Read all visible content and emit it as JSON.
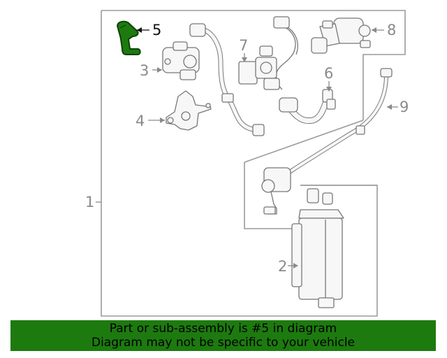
{
  "callouts": {
    "c1": "1",
    "c2": "2",
    "c3": "3",
    "c4": "4",
    "c5": "5",
    "c6": "6",
    "c7": "7",
    "c8": "8",
    "c9": "9"
  },
  "highlight": {
    "part": "5",
    "color": "#1d7a0f"
  },
  "banner": {
    "line1": "Part or sub-assembly is #5 in diagram",
    "line2": "Diagram may not be specific to your vehicle",
    "color": "#1d7a0f"
  }
}
